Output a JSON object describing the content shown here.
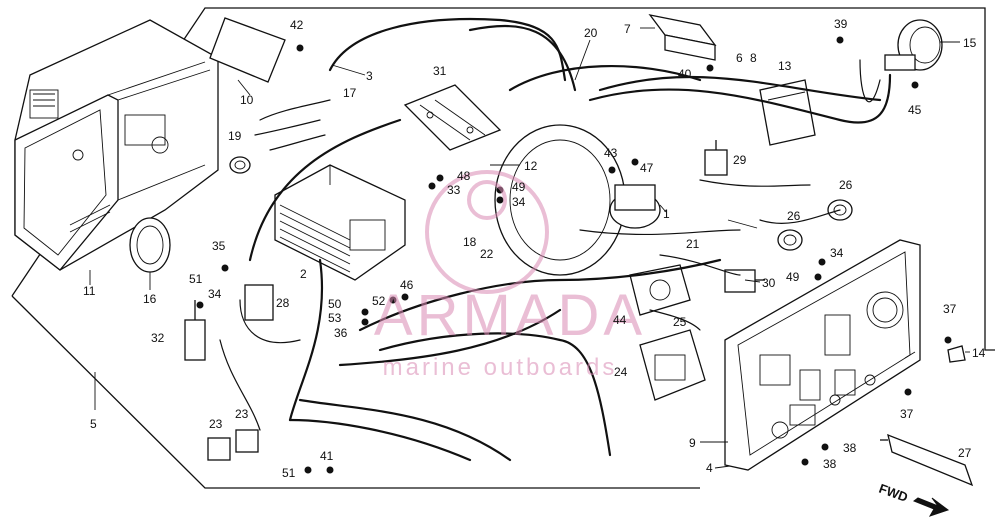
{
  "diagram": {
    "callouts": [
      "1",
      "2",
      "3",
      "4",
      "5",
      "6",
      "7",
      "8",
      "9",
      "10",
      "11",
      "12",
      "13",
      "14",
      "15",
      "16",
      "17",
      "18",
      "19",
      "20",
      "21",
      "22",
      "23",
      "23",
      "24",
      "25",
      "26",
      "26",
      "27",
      "28",
      "29",
      "30",
      "31",
      "32",
      "33",
      "34",
      "34",
      "34",
      "35",
      "36",
      "37",
      "37",
      "38",
      "38",
      "39",
      "40",
      "41",
      "42",
      "43",
      "44",
      "45",
      "46",
      "47",
      "48",
      "49",
      "49",
      "50",
      "51",
      "51",
      "52",
      "53"
    ],
    "fwd_label": "FWD"
  },
  "watermark": {
    "brand": "ARMADA",
    "tagline": "marine outboards"
  },
  "colors": {
    "line": "#111111",
    "watermark": "#d98ab3",
    "background": "#ffffff"
  }
}
